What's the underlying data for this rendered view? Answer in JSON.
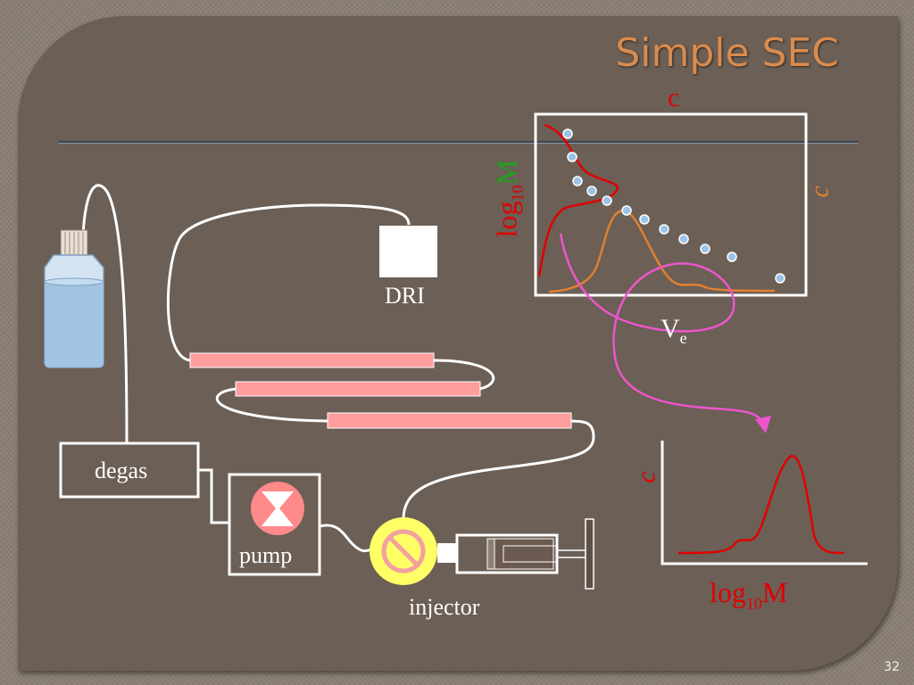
{
  "slide": {
    "title": "Simple SEC",
    "page_number": "32"
  },
  "labels": {
    "degas": "degas",
    "pump": "pump",
    "injector": "injector",
    "detector": "DRI",
    "top_chart_top_axis": "c",
    "top_chart_right_axis": "c",
    "top_chart_left_axis_base": "log",
    "top_chart_left_axis_sub": "10",
    "top_chart_left_axis_tail": "M",
    "top_chart_x_axis_base": "V",
    "top_chart_x_axis_sub": "e",
    "bottom_chart_y_axis": "c",
    "bottom_chart_x_axis_base": "log",
    "bottom_chart_x_axis_sub": "10",
    "bottom_chart_x_axis_tail": "M"
  },
  "colors": {
    "background": "#6b5f56",
    "title": "#d98b4e",
    "column": "#ff9c9c",
    "calibration_points": "#9cc3e6",
    "concentration_curve": "#e08030",
    "log_m_curve": "#e00000",
    "transform_arrow": "#ee55cc",
    "injector": "#ffff66",
    "solvent": "#a9c9e6"
  },
  "icons": {
    "pump": "hourglass-pump-icon",
    "injector": "no-symbol-valve-icon",
    "syringe": "syringe-icon",
    "bottle": "solvent-bottle-icon"
  }
}
